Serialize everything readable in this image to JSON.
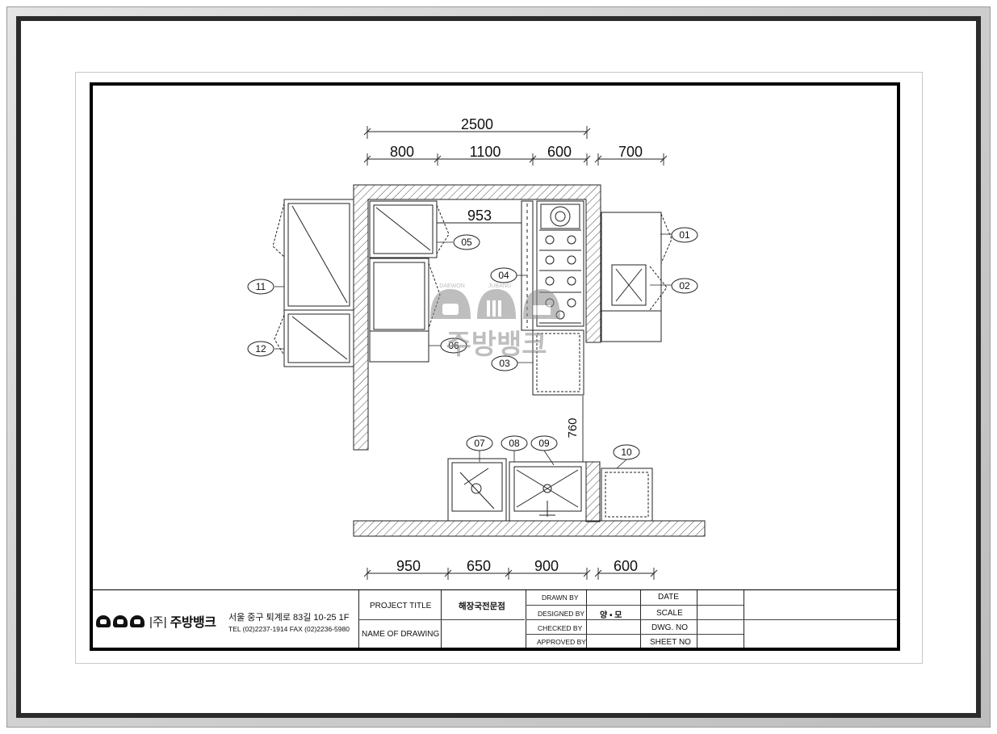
{
  "dimensions": {
    "top_overall": "2500",
    "top_segments": [
      "800",
      "1100",
      "600"
    ],
    "top_right": "700",
    "inner_953": "953",
    "vertical_760": "760",
    "bottom_segments": [
      "950",
      "650",
      "900",
      "600"
    ]
  },
  "equipment_tags": [
    "01",
    "02",
    "03",
    "04",
    "05",
    "06",
    "07",
    "08",
    "09",
    "10",
    "11",
    "12"
  ],
  "watermark": {
    "brand": "주방뱅크",
    "small_left": "DAEWON",
    "small_right": "JUBANG"
  },
  "title_block": {
    "company_bracket": "|주|",
    "company_name": "주방뱅크",
    "address": "서울 중구 퇴계로 83길 10-25 1F",
    "tel": "TEL (02)2237-1914 FAX (02)2236-5980",
    "project_title_label": "PROJECT TITLE",
    "project_title_value": "해장국전문점",
    "name_of_drawing_label": "NAME OF DRAWING",
    "drawn_by_label": "DRAWN BY",
    "designed_by_label": "DESIGNED BY",
    "designed_by_value": "양 • 모",
    "checked_by_label": "CHECKED BY",
    "approved_by_label": "APPROVED BY",
    "date_label": "DATE",
    "scale_label": "SCALE",
    "dwg_no_label": "DWG. NO",
    "sheet_no_label": "SHEET NO"
  }
}
